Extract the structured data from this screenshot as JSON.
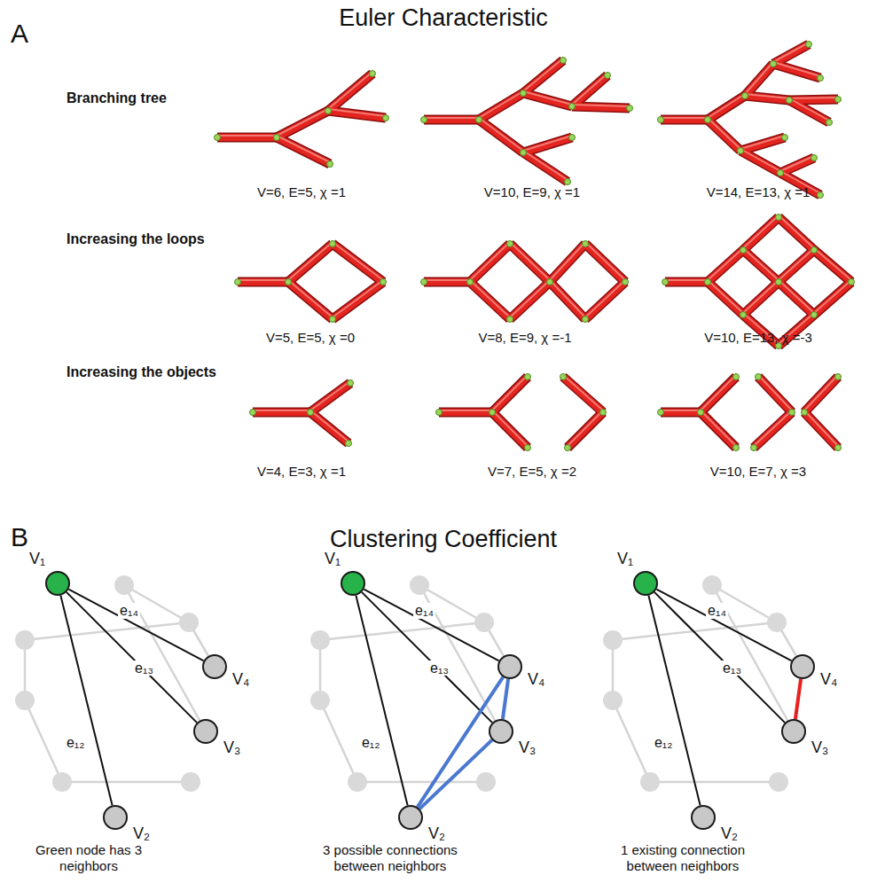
{
  "diagram": {
    "nodes": [
      {
        "text": [
          "V₁"
        ]
      },
      {
        "text": [
          "V₄"
        ]
      },
      {
        "text": [
          "V₃"
        ]
      },
      {
        "text": [
          "V₂"
        ]
      },
      {
        "text": [
          "V₁"
        ]
      },
      {
        "text": [
          "V₄"
        ]
      },
      {
        "text": [
          "V₃"
        ]
      },
      {
        "text": [
          "V₂"
        ]
      },
      {
        "text": [
          "V₁"
        ]
      },
      {
        "text": [
          "V₄"
        ]
      },
      {
        "text": [
          "V₃"
        ]
      },
      {
        "text": [
          "V₂"
        ]
      }
    ],
    "edges": [
      {
        "from": 0,
        "to": 1,
        "arrow": "none",
        "label": "e₁₄"
      },
      {
        "from": 0,
        "to": 2,
        "arrow": "none",
        "label": "e₁₃"
      },
      {
        "from": 0,
        "to": 3,
        "arrow": "none",
        "label": "e₁₂"
      },
      {
        "from": 4,
        "to": 5,
        "arrow": "none",
        "label": "e₁₄"
      },
      {
        "from": 4,
        "to": 6,
        "arrow": "none",
        "label": "e₁₃"
      },
      {
        "from": 4,
        "to": 7,
        "arrow": "none",
        "label": "e₁₂"
      },
      {
        "from": 7,
        "to": 5,
        "arrow": "none"
      },
      {
        "from": 7,
        "to": 6,
        "arrow": "none"
      },
      {
        "from": 6,
        "to": 5,
        "arrow": "none"
      },
      {
        "from": 8,
        "to": 9,
        "arrow": "none",
        "label": "e₁₄"
      },
      {
        "from": 8,
        "to": 10,
        "arrow": "none",
        "label": "e₁₃"
      },
      {
        "from": 8,
        "to": 11,
        "arrow": "none",
        "label": "e₁₂"
      },
      {
        "from": 10,
        "to": 9,
        "arrow": "none"
      }
    ],
    "labels": [
      "A",
      "Euler Characteristic",
      "Branching tree",
      "V=6, E=5, χ =1",
      "V=10, E=9, χ =1",
      "V=14, E=13, χ =1",
      "Increasing the loops",
      "V=5, E=5, χ =0",
      "V=8, E=9, χ =-1",
      "V=10, E=13, χ =-3",
      "Increasing the objects",
      "V=4, E=3, χ =1",
      "V=7, E=5, χ =2",
      "V=10, E=7, χ =3",
      "B",
      "Clustering Coefficient",
      "Green node has 3 neighbors",
      "3 possible connections between neighbors",
      "1 existing connection between neighbors"
    ]
  }
}
